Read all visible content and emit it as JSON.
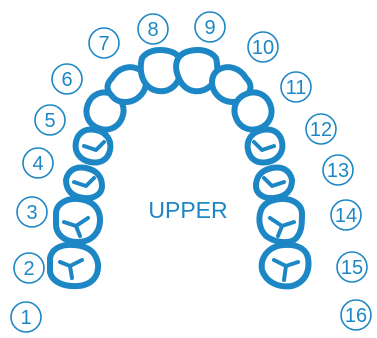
{
  "arch_label": "UPPER",
  "accent_color": "#1d87c6",
  "teeth": [
    {
      "number": "1"
    },
    {
      "number": "2"
    },
    {
      "number": "3"
    },
    {
      "number": "4"
    },
    {
      "number": "5"
    },
    {
      "number": "6"
    },
    {
      "number": "7"
    },
    {
      "number": "8"
    },
    {
      "number": "9"
    },
    {
      "number": "10"
    },
    {
      "number": "11"
    },
    {
      "number": "12"
    },
    {
      "number": "13"
    },
    {
      "number": "14"
    },
    {
      "number": "15"
    },
    {
      "number": "16"
    }
  ]
}
